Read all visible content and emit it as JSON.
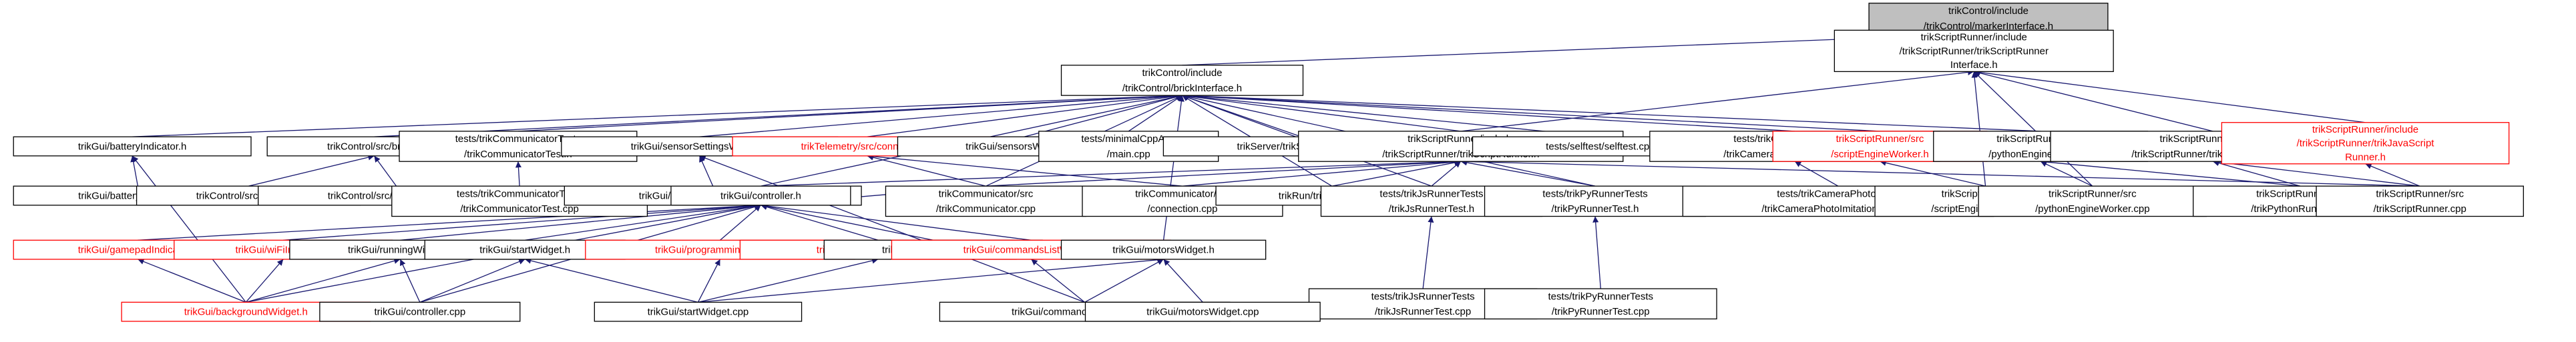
{
  "diagram": {
    "nodes": [
      {
        "id": "root",
        "lines": [
          "trikControl/include",
          "/trikControl/markerInterface.h"
        ],
        "style": "root"
      },
      {
        "id": "brickIf",
        "lines": [
          "trikControl/include",
          "/trikControl/brickInterface.h"
        ],
        "style": "normal"
      },
      {
        "id": "scriptRunnerIf",
        "lines": [
          "trikScriptRunner/include",
          "/trikScriptRunner/trikScriptRunner",
          "Interface.h"
        ],
        "style": "normal"
      },
      {
        "id": "batteryIndicatorH",
        "lines": [
          "trikGui/batteryIndicator.h"
        ],
        "style": "normal"
      },
      {
        "id": "brickH",
        "lines": [
          "trikControl/src/brick.h"
        ],
        "style": "normal"
      },
      {
        "id": "commTestH",
        "lines": [
          "tests/trikCommunicatorTests",
          "/trikCommunicatorTest.h"
        ],
        "style": "normal"
      },
      {
        "id": "sensorSettingsH",
        "lines": [
          "trikGui/sensorSettingsWidget.h"
        ],
        "style": "normal"
      },
      {
        "id": "connectionH",
        "lines": [
          "trikTelemetry/src/connection.h"
        ],
        "style": "red"
      },
      {
        "id": "sensorsWidgetCpp",
        "lines": [
          "trikGui/sensorsWidget.cpp"
        ],
        "style": "normal"
      },
      {
        "id": "minimalCppMain",
        "lines": [
          "tests/minimalCppApp",
          "/main.cpp"
        ],
        "style": "normal"
      },
      {
        "id": "serverMainCpp",
        "lines": [
          "trikServer/trikServerMain.cpp"
        ],
        "style": "normal"
      },
      {
        "id": "scriptRunnerH",
        "lines": [
          "trikScriptRunner/include",
          "/trikScriptRunner/trikScriptRunner.h"
        ],
        "style": "normal"
      },
      {
        "id": "selftestCpp",
        "lines": [
          "tests/selftest/selftest.cpp"
        ],
        "style": "normal"
      },
      {
        "id": "cameraTestH",
        "lines": [
          "tests/trikCameraPhotoTests",
          "/trikCameraPhotoImitationTest.h"
        ],
        "style": "normal"
      },
      {
        "id": "scriptEngineWorkerH",
        "lines": [
          "trikScriptRunner/src",
          "/scriptEngineWorker.h"
        ],
        "style": "red"
      },
      {
        "id": "pythonEngineWorkerH",
        "lines": [
          "trikScriptRunner/src",
          "/pythonEngineWorker.h"
        ],
        "style": "normal"
      },
      {
        "id": "pythonRunnerH",
        "lines": [
          "trikScriptRunner/include",
          "/trikScriptRunner/trikPythonRunner.h"
        ],
        "style": "normal"
      },
      {
        "id": "jsRunnerH",
        "lines": [
          "trikScriptRunner/include",
          "/trikScriptRunner/trikJavaScript",
          "Runner.h"
        ],
        "style": "red"
      },
      {
        "id": "batteryIndicatorCpp",
        "lines": [
          "trikGui/batteryIndicator.cpp"
        ],
        "style": "normal"
      },
      {
        "id": "brickCpp",
        "lines": [
          "trikControl/src/brick.cpp"
        ],
        "style": "normal"
      },
      {
        "id": "brickFactoryCpp",
        "lines": [
          "trikControl/src/brickFactory.cpp"
        ],
        "style": "normal"
      },
      {
        "id": "commTestCpp",
        "lines": [
          "tests/trikCommunicatorTests",
          "/trikCommunicatorTest.cpp"
        ],
        "style": "normal"
      },
      {
        "id": "sensorSettingsCpp",
        "lines": [
          "trikGui/sensorSettingsWidget.cpp"
        ],
        "style": "normal"
      },
      {
        "id": "controllerH",
        "lines": [
          "trikGui/controller.h"
        ],
        "style": "normal"
      },
      {
        "id": "trikCommCpp1",
        "lines": [
          "trikCommunicator/src",
          "/trikCommunicator.cpp"
        ],
        "style": "normal"
      },
      {
        "id": "connectionCpp",
        "lines": [
          "trikCommunicator/src",
          "/connection.cpp"
        ],
        "style": "normal"
      },
      {
        "id": "runMainCpp",
        "lines": [
          "trikRun/trikRunMain.cpp"
        ],
        "style": "normal"
      },
      {
        "id": "jsRunnerTestH",
        "lines": [
          "tests/trikJsRunnerTests",
          "/trikJsRunnerTest.h"
        ],
        "style": "normal"
      },
      {
        "id": "pyRunnerTestH",
        "lines": [
          "tests/trikPyRunnerTests",
          "/trikPyRunnerTest.h"
        ],
        "style": "normal"
      },
      {
        "id": "cameraTestCpp",
        "lines": [
          "tests/trikCameraPhotoTests",
          "/trikCameraPhotoImitationTest.cpp"
        ],
        "style": "normal"
      },
      {
        "id": "scriptEngineWorkerCpp",
        "lines": [
          "trikScriptRunner/src",
          "/scriptEngineWorker.cpp"
        ],
        "style": "normal"
      },
      {
        "id": "pythonEngineWorkerCpp",
        "lines": [
          "trikScriptRunner/src",
          "/pythonEngineWorker.cpp"
        ],
        "style": "normal"
      },
      {
        "id": "pythonRunnerCpp",
        "lines": [
          "trikScriptRunner/src",
          "/trikPythonRunner.cpp"
        ],
        "style": "normal"
      },
      {
        "id": "scriptRunnerCpp",
        "lines": [
          "trikScriptRunner/src",
          "/trikScriptRunner.cpp"
        ],
        "style": "normal"
      },
      {
        "id": "gamepadIndicatorH",
        "lines": [
          "trikGui/gamepadIndicator.h"
        ],
        "style": "red"
      },
      {
        "id": "wifiIndicatorH",
        "lines": [
          "trikGui/wiFiIndicator.h"
        ],
        "style": "red"
      },
      {
        "id": "runningWidgetH",
        "lines": [
          "trikGui/runningWidget.h"
        ],
        "style": "normal"
      },
      {
        "id": "startWidgetH",
        "lines": [
          "trikGui/startWidget.h"
        ],
        "style": "normal"
      },
      {
        "id": "programmingWidgetH",
        "lines": [
          "trikGui/programmingWidget.h"
        ],
        "style": "red"
      },
      {
        "id": "fileManagerWidgetH",
        "lines": [
          "trikGui/fileManagerWidget.h"
        ],
        "style": "red"
      },
      {
        "id": "autoRunnerCpp",
        "lines": [
          "trikGui/autoRunner.cpp"
        ],
        "style": "normal"
      },
      {
        "id": "commandsListWidgetH",
        "lines": [
          "trikGui/commandsListWidget.h"
        ],
        "style": "red"
      },
      {
        "id": "motorsWidgetH",
        "lines": [
          "trikGui/motorsWidget.h"
        ],
        "style": "normal"
      },
      {
        "id": "jsRunnerTestCpp",
        "lines": [
          "tests/trikJsRunnerTests",
          "/trikJsRunnerTest.cpp"
        ],
        "style": "normal"
      },
      {
        "id": "pyRunnerTestCpp",
        "lines": [
          "tests/trikPyRunnerTests",
          "/trikPyRunnerTest.cpp"
        ],
        "style": "normal"
      },
      {
        "id": "backgroundWidgetH",
        "lines": [
          "trikGui/backgroundWidget.h"
        ],
        "style": "red"
      },
      {
        "id": "controllerCpp",
        "lines": [
          "trikGui/controller.cpp"
        ],
        "style": "normal"
      },
      {
        "id": "startWidgetCpp",
        "lines": [
          "trikGui/startWidget.cpp"
        ],
        "style": "normal"
      },
      {
        "id": "commandsListWidgetCpp",
        "lines": [
          "trikGui/commandsListWidget.cpp"
        ],
        "style": "normal"
      },
      {
        "id": "motorsWidgetCpp",
        "lines": [
          "trikGui/motorsWidget.cpp"
        ],
        "style": "normal"
      }
    ],
    "edges": [
      [
        "brickIf",
        "root"
      ],
      [
        "scriptRunnerIf",
        "root"
      ],
      [
        "batteryIndicatorH",
        "brickIf"
      ],
      [
        "brickH",
        "brickIf"
      ],
      [
        "commTestH",
        "brickIf"
      ],
      [
        "sensorSettingsH",
        "brickIf"
      ],
      [
        "connectionH",
        "brickIf"
      ],
      [
        "sensorsWidgetCpp",
        "brickIf"
      ],
      [
        "minimalCppMain",
        "brickIf"
      ],
      [
        "serverMainCpp",
        "brickIf"
      ],
      [
        "scriptRunnerH",
        "brickIf"
      ],
      [
        "selftestCpp",
        "brickIf"
      ],
      [
        "cameraTestH",
        "brickIf"
      ],
      [
        "scriptEngineWorkerH",
        "brickIf"
      ],
      [
        "pythonEngineWorkerH",
        "brickIf"
      ],
      [
        "controllerH",
        "brickIf"
      ],
      [
        "motorsWidgetH",
        "brickIf"
      ],
      [
        "trikCommCpp1",
        "brickIf"
      ],
      [
        "runMainCpp",
        "brickIf"
      ],
      [
        "jsRunnerTestH",
        "brickIf"
      ],
      [
        "pyRunnerTestH",
        "brickIf"
      ],
      [
        "scriptRunnerH",
        "scriptRunnerIf"
      ],
      [
        "pythonRunnerH",
        "scriptRunnerIf"
      ],
      [
        "jsRunnerH",
        "scriptRunnerIf"
      ],
      [
        "scriptEngineWorkerCpp",
        "scriptRunnerIf"
      ],
      [
        "pythonEngineWorkerCpp",
        "scriptRunnerIf"
      ],
      [
        "batteryIndicatorCpp",
        "batteryIndicatorH"
      ],
      [
        "backgroundWidgetH",
        "batteryIndicatorH"
      ],
      [
        "brickCpp",
        "brickH"
      ],
      [
        "brickFactoryCpp",
        "brickH"
      ],
      [
        "commTestCpp",
        "commTestH"
      ],
      [
        "sensorSettingsCpp",
        "sensorSettingsH"
      ],
      [
        "commandsListWidgetCpp",
        "sensorSettingsH"
      ],
      [
        "trikCommCpp1",
        "connectionH"
      ],
      [
        "connectionCpp",
        "connectionH"
      ],
      [
        "controllerH",
        "scriptRunnerH"
      ],
      [
        "trikCommCpp1",
        "scriptRunnerH"
      ],
      [
        "connectionCpp",
        "scriptRunnerH"
      ],
      [
        "runMainCpp",
        "scriptRunnerH"
      ],
      [
        "jsRunnerTestH",
        "scriptRunnerH"
      ],
      [
        "pyRunnerTestH",
        "scriptRunnerH"
      ],
      [
        "scriptRunnerCpp",
        "scriptRunnerH"
      ],
      [
        "cameraTestCpp",
        "cameraTestH"
      ],
      [
        "scriptEngineWorkerCpp",
        "scriptEngineWorkerH"
      ],
      [
        "pythonEngineWorkerCpp",
        "pythonEngineWorkerH"
      ],
      [
        "pythonRunnerCpp",
        "pythonEngineWorkerH"
      ],
      [
        "pythonRunnerCpp",
        "pythonRunnerH"
      ],
      [
        "scriptRunnerCpp",
        "pythonRunnerH"
      ],
      [
        "pythonRunnerH",
        "pythonRunnerH"
      ],
      [
        "scriptRunnerCpp",
        "jsRunnerH"
      ],
      [
        "gamepadIndicatorH",
        "controllerH"
      ],
      [
        "wifiIndicatorH",
        "controllerH"
      ],
      [
        "runningWidgetH",
        "controllerH"
      ],
      [
        "startWidgetH",
        "controllerH"
      ],
      [
        "programmingWidgetH",
        "controllerH"
      ],
      [
        "fileManagerWidgetH",
        "controllerH"
      ],
      [
        "autoRunnerCpp",
        "controllerH"
      ],
      [
        "commandsListWidgetH",
        "controllerH"
      ],
      [
        "backgroundWidgetH",
        "controllerH"
      ],
      [
        "controllerCpp",
        "controllerH"
      ],
      [
        "trikCommCpp1",
        "controllerH"
      ],
      [
        "jsRunnerTestCpp",
        "jsRunnerTestH"
      ],
      [
        "pyRunnerTestCpp",
        "pyRunnerTestH"
      ],
      [
        "backgroundWidgetH",
        "gamepadIndicatorH"
      ],
      [
        "backgroundWidgetH",
        "wifiIndicatorH"
      ],
      [
        "backgroundWidgetH",
        "runningWidgetH"
      ],
      [
        "controllerCpp",
        "runningWidgetH"
      ],
      [
        "startWidgetCpp",
        "startWidgetH"
      ],
      [
        "controllerCpp",
        "startWidgetH"
      ],
      [
        "startWidgetCpp",
        "programmingWidgetH"
      ],
      [
        "startWidgetCpp",
        "fileManagerWidgetH"
      ],
      [
        "commandsListWidgetCpp",
        "commandsListWidgetH"
      ],
      [
        "commandsListWidgetCpp",
        "motorsWidgetH"
      ],
      [
        "motorsWidgetCpp",
        "motorsWidgetH"
      ],
      [
        "startWidgetCpp",
        "motorsWidgetH"
      ]
    ]
  }
}
